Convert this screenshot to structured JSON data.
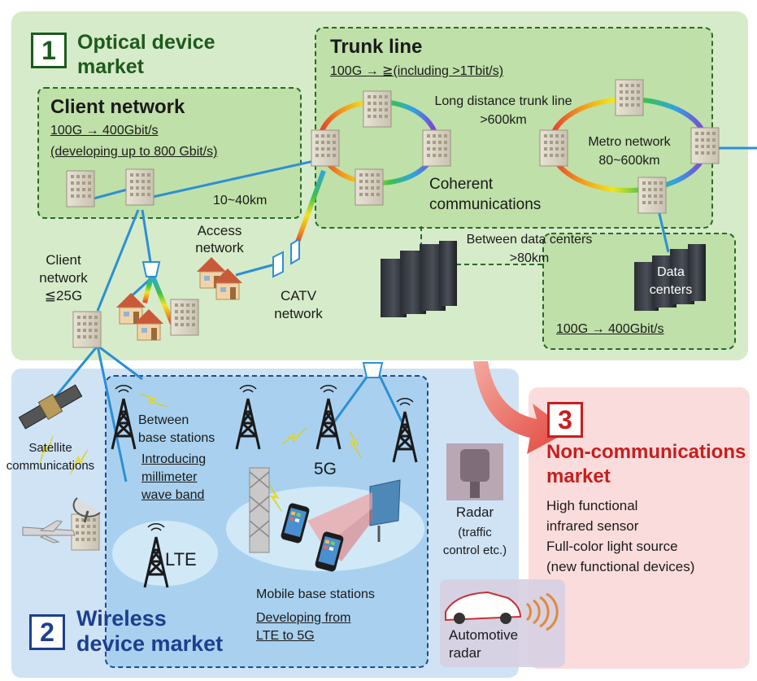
{
  "optical_market": {
    "number": "1",
    "title_line1": "Optical device",
    "title_line2": "market",
    "client_network": {
      "title": "Client network",
      "speed_line1": "100G → 400Gbit/s",
      "speed_line2": "(developing up to 800 Gbit/s)",
      "range": "10~40km"
    },
    "trunk_line": {
      "title": "Trunk line",
      "speed": "100G → ≧(including >1Tbit/s)",
      "long_distance_line1": "Long distance trunk line",
      "long_distance_line2": ">600km",
      "metro_line1": "Metro network",
      "metro_line2": "80~600km",
      "coherent_line1": "Coherent",
      "coherent_line2": "communications"
    },
    "data_centers": {
      "between_line1": "Between data centers",
      "between_line2": ">80km",
      "label_line1": "Data",
      "label_line2": "centers",
      "speed": "100G → 400Gbit/s"
    },
    "access_network_line1": "Access",
    "access_network_line2": "network",
    "catv_line1": "CATV",
    "catv_line2": "network",
    "client_small_line1": "Client",
    "client_small_line2": "network",
    "client_small_line3": "≦25G"
  },
  "wireless_market": {
    "number": "2",
    "title_line1": "Wireless",
    "title_line2": "device market",
    "satellite_line1": "Satellite",
    "satellite_line2": "communications",
    "between_bs_line1": "Between",
    "between_bs_line2": "base stations",
    "mmwave_line1": "Introducing",
    "mmwave_line2": "millimeter",
    "mmwave_line3": "wave band",
    "lte": "LTE",
    "fiveg": "5G",
    "mobile_bs": "Mobile base stations",
    "developing_line1": "Developing from",
    "developing_line2": "LTE to 5G"
  },
  "noncomm_market": {
    "number": "3",
    "title_line1": "Non-communications",
    "title_line2": "market",
    "items": [
      "High functional",
      "infrared sensor",
      "Full-color light source",
      "(new functional devices)"
    ],
    "radar": "Radar",
    "radar_note_line1": "(traffic",
    "radar_note_line2": "control etc.)",
    "auto_radar_line1": "Automotive",
    "auto_radar_line2": "radar"
  },
  "colors": {
    "optical_bg": "#d6ebc9",
    "inner_box_bg": "#bfe0a8",
    "wireless_bg": "#cfe3f5",
    "noncomm_bg": "#fbdcdc",
    "link_blue": "#2d8fd5",
    "title_green": "#1e5a1e",
    "title_blue": "#1c3f8f",
    "title_red": "#c81e1e"
  }
}
